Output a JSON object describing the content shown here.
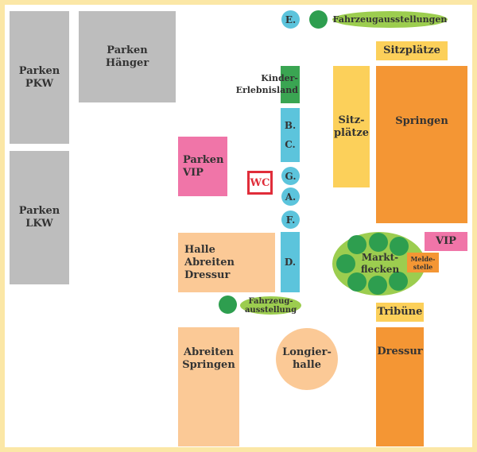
{
  "parking": {
    "pkw": "Parken\nPKW",
    "haenger": "Parken\nHänger",
    "lkw": "Parken\nLKW",
    "vip": "Parken\nVIP"
  },
  "facilities": {
    "halle_abreiten_dressur": "Halle\nAbreiten\nDressur",
    "abreiten_springen": "Abreiten\nSpringen",
    "longierhalle": "Longier-\nhalle",
    "springen": "Springen",
    "dressur": "Dressur",
    "sitzplaetze_top": "Sitzplätze",
    "sitzplaetze_side": "Sitz-\nplätze",
    "tribuene": "Tribüne",
    "vip": "VIP",
    "meldestelle": "Melde-\nstelle",
    "marktflecken": "Markt-\nflecken",
    "kinder_erlebnisland": "Kinder-\nErlebnisland",
    "wc": "WC",
    "fahrzeugausstellungen": "Fahrzeugausstellungen",
    "fahrzeugausstellung": "Fahrzeug-\nausstellung"
  },
  "entrances": {
    "e": "E.",
    "bc": "B.\nC.",
    "g": "G.",
    "a": "A.",
    "f": "F.",
    "d": "D."
  },
  "colors": {
    "border": "#fbe7a6",
    "parking": "#bdbdbd",
    "vip_parking": "#f075a8",
    "warmup": "#fbc996",
    "arena": "#f49634",
    "seating": "#fcd05a",
    "entrance": "#5cc4dc",
    "kids": "#3aa552",
    "market": "#9ccd4f",
    "wc": "#e02d3a"
  }
}
